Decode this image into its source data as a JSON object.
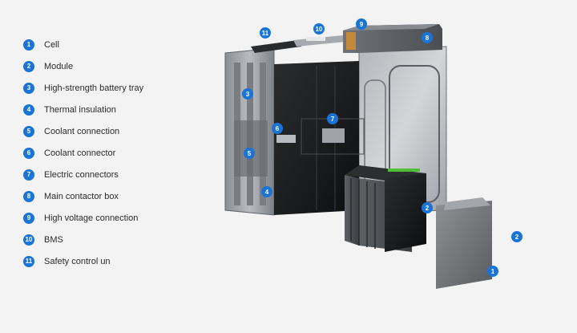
{
  "legend": [
    {
      "number": "1",
      "label": "Cell"
    },
    {
      "number": "2",
      "label": "Module"
    },
    {
      "number": "3",
      "label": "High-strength battery tray"
    },
    {
      "number": "4",
      "label": "Thermal insulation"
    },
    {
      "number": "5",
      "label": "Coolant connection"
    },
    {
      "number": "6",
      "label": "Coolant connector"
    },
    {
      "number": "7",
      "label": "Electric connectors"
    },
    {
      "number": "8",
      "label": "Main contactor box"
    },
    {
      "number": "9",
      "label": "High voltage connection"
    },
    {
      "number": "10",
      "label": "BMS"
    },
    {
      "number": "11",
      "label": "Safety control un"
    }
  ],
  "callouts": {
    "c1": "1",
    "c2a": "2",
    "c2b": "2",
    "c3": "3",
    "c4": "4",
    "c5": "5",
    "c6": "6",
    "c7": "7",
    "c8": "8",
    "c9": "9",
    "c10": "10",
    "c11": "11"
  },
  "colors": {
    "badge": "#1a74d6",
    "background": "#f3f3f3"
  }
}
